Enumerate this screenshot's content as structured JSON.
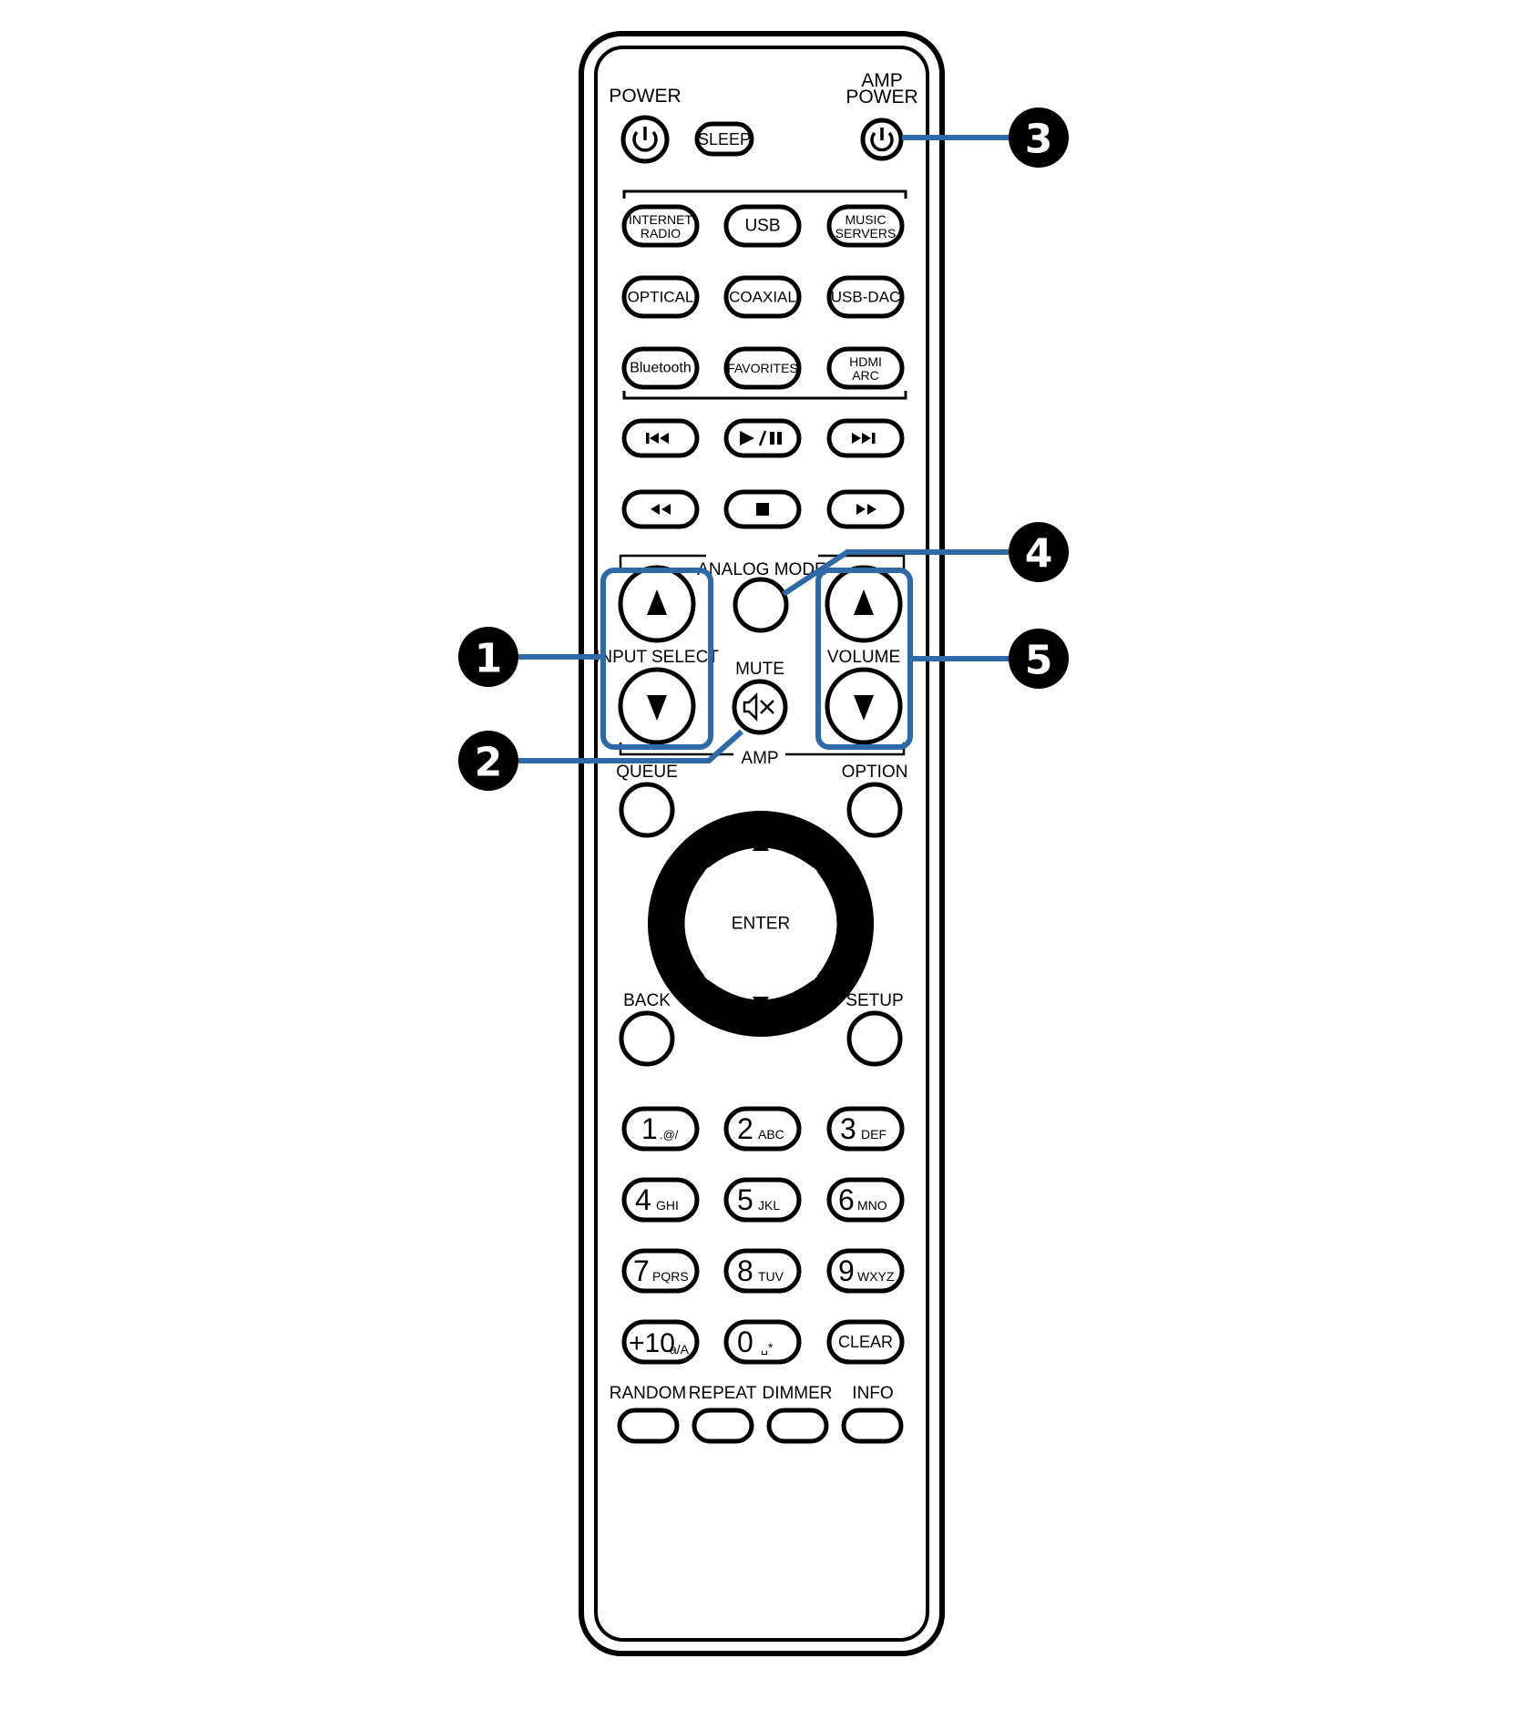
{
  "colors": {
    "highlight": "#2f6aa8",
    "outline": "#000000",
    "background": "#ffffff"
  },
  "top": {
    "power": "POWER",
    "sleep": "SLEEP",
    "amp_power_1": "AMP",
    "amp_power_2": "POWER"
  },
  "sources": {
    "internet_radio_1": "INTERNET",
    "internet_radio_2": "RADIO",
    "usb": "USB",
    "music_servers_1": "MUSIC",
    "music_servers_2": "SERVERS",
    "optical": "OPTICAL",
    "coaxial": "COAXIAL",
    "usb_dac": "USB-DAC",
    "bluetooth": "Bluetooth",
    "favorites": "FAVORITES",
    "hdmi_arc_1": "HDMI",
    "hdmi_arc_2": "ARC"
  },
  "transport_icons": [
    "skip-back-icon",
    "play-pause-icon",
    "skip-forward-icon",
    "rewind-icon",
    "stop-icon",
    "fast-forward-icon"
  ],
  "amp": {
    "analog_mode": "ANALOG MODE",
    "input_select": "INPUT SELECT",
    "mute": "MUTE",
    "volume": "VOLUME",
    "amp": "AMP"
  },
  "nav": {
    "queue": "QUEUE",
    "option": "OPTION",
    "enter": "ENTER",
    "back": "BACK",
    "setup": "SETUP"
  },
  "keypad": [
    {
      "num": "1",
      "sub": ".@/"
    },
    {
      "num": "2",
      "sub": "ABC"
    },
    {
      "num": "3",
      "sub": "DEF"
    },
    {
      "num": "4",
      "sub": "GHI"
    },
    {
      "num": "5",
      "sub": "JKL"
    },
    {
      "num": "6",
      "sub": "MNO"
    },
    {
      "num": "7",
      "sub": "PQRS"
    },
    {
      "num": "8",
      "sub": "TUV"
    },
    {
      "num": "9",
      "sub": "WXYZ"
    },
    {
      "num": "+10",
      "sub": "a/A"
    },
    {
      "num": "0",
      "sub": "␣*"
    },
    {
      "num": "CLEAR",
      "sub": ""
    }
  ],
  "bottom": {
    "random": "RANDOM",
    "repeat": "REPEAT",
    "dimmer": "DIMMER",
    "info": "INFO"
  },
  "callouts": [
    "1",
    "2",
    "3",
    "4",
    "5"
  ]
}
